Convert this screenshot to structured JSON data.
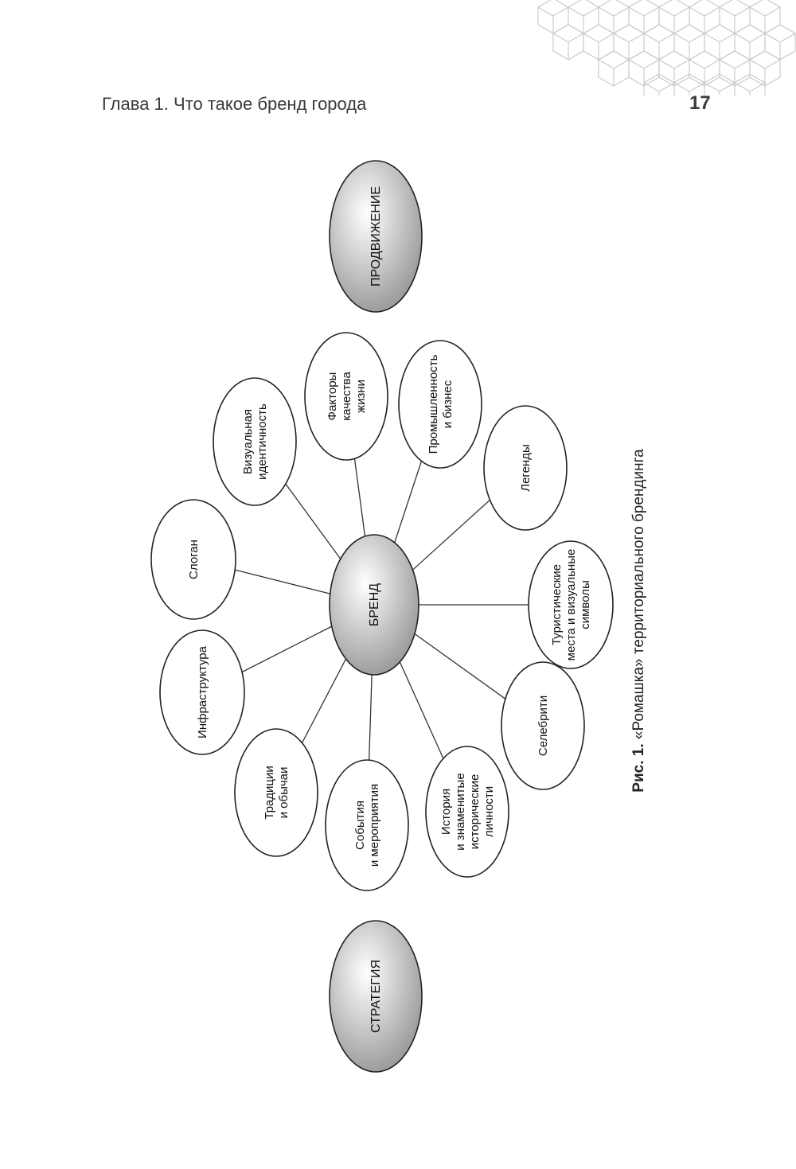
{
  "header": {
    "chapter_title": "Глава 1. Что такое бренд города",
    "page_number": "17"
  },
  "colors": {
    "ellipse_gradient_light": "#ffffff",
    "ellipse_gradient_dark": "#8f8f8f",
    "line": "#333333",
    "cube_pattern": "#c8c8c8"
  },
  "diagram": {
    "center": {
      "lines": [
        "БРЕНД"
      ]
    },
    "top_node": {
      "lines": [
        "ПРОДВИЖЕНИЕ"
      ]
    },
    "bottom_node": {
      "lines": [
        "СТРАТЕГИЯ"
      ]
    },
    "petals": [
      {
        "id": "slogan",
        "lines": [
          "Слоган"
        ]
      },
      {
        "id": "visual-identity",
        "lines": [
          "Визуальная",
          "идентичность"
        ]
      },
      {
        "id": "quality-of-life",
        "lines": [
          "Факторы",
          "качества",
          "жизни"
        ]
      },
      {
        "id": "industry",
        "lines": [
          "Промышленность",
          "и бизнес"
        ]
      },
      {
        "id": "legends",
        "lines": [
          "Легенды"
        ]
      },
      {
        "id": "tourist-places",
        "lines": [
          "Туристические",
          "места и визуальные",
          "символы"
        ]
      },
      {
        "id": "celebrities",
        "lines": [
          "Селебрити"
        ]
      },
      {
        "id": "history",
        "lines": [
          "История",
          "и знаменитые",
          "исторические",
          "личности"
        ]
      },
      {
        "id": "events",
        "lines": [
          "События",
          "и мероприятия"
        ]
      },
      {
        "id": "traditions",
        "lines": [
          "Традиции",
          "и обычаи"
        ]
      },
      {
        "id": "infrastructure",
        "lines": [
          "Инфраструктура"
        ]
      }
    ]
  },
  "caption": {
    "label": "Рис. 1.",
    "text": " «Ромашка» территориального брендинга"
  }
}
